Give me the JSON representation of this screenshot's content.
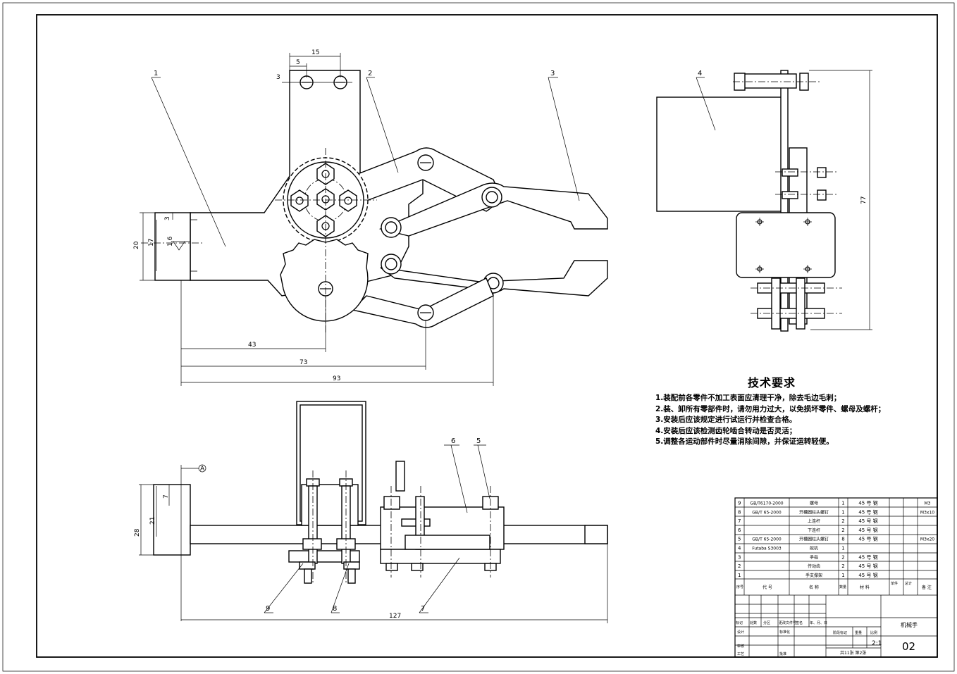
{
  "dimensions": {
    "d15": "15",
    "d5": "5",
    "d3a": "3",
    "d3b": "3",
    "d17": "17",
    "d20": "20",
    "d16": "1.6",
    "d43": "43",
    "d73": "73",
    "d93": "93",
    "d77": "77",
    "d7": "7",
    "d21": "21",
    "d28": "28",
    "d127": "127",
    "datum": "A"
  },
  "balloons": [
    "1",
    "2",
    "3",
    "4",
    "5",
    "6",
    "7",
    "8",
    "9"
  ],
  "tech_requirements": {
    "title": "技术要求",
    "items": [
      "1.装配前各零件不加工表面应清理干净，除去毛边毛刺；",
      "2.装、卸所有零部件时，请勿用力过大，以免损坏零件、螺母及螺杆；",
      "3.安装后应该规定进行试运行并检查合格。",
      "4.安装后应该检测齿轮啮合转动是否灵活；",
      "5.调整各运动部件时尽量消除间隙，并保证运转轻便。"
    ]
  },
  "bom": {
    "rows": [
      {
        "no": "9",
        "code": "GB/T6170-2000",
        "name": "螺母",
        "qty": "1",
        "material": "45 号 钢",
        "note": "M3"
      },
      {
        "no": "8",
        "code": "GB/T 65-2000",
        "name": "开槽圆柱头螺钉",
        "qty": "1",
        "material": "45 号 钢",
        "note": "M3x10"
      },
      {
        "no": "7",
        "code": "",
        "name": "上连杆",
        "qty": "2",
        "material": "45 号 钢",
        "note": ""
      },
      {
        "no": "6",
        "code": "",
        "name": "下连杆",
        "qty": "2",
        "material": "45 号 钢",
        "note": ""
      },
      {
        "no": "5",
        "code": "GB/T 65-2000",
        "name": "开槽圆柱头螺钉",
        "qty": "8",
        "material": "45 号 钢",
        "note": "M3x20"
      },
      {
        "no": "4",
        "code": "Futaba S3003",
        "name": "舵机",
        "qty": "1",
        "material": "",
        "note": ""
      },
      {
        "no": "3",
        "code": "",
        "name": "手指",
        "qty": "2",
        "material": "45 号 钢",
        "note": ""
      },
      {
        "no": "2",
        "code": "",
        "name": "传动齿",
        "qty": "2",
        "material": "45 号 钢",
        "note": ""
      },
      {
        "no": "1",
        "code": "",
        "name": "手支撑架",
        "qty": "1",
        "material": "45 号 钢",
        "note": ""
      }
    ],
    "header": {
      "no": "序号",
      "code": "代 号",
      "name": "名 称",
      "qty": "数量",
      "material": "材 料",
      "unit_weight": "单件",
      "total_weight": "总计",
      "note": "备 注"
    }
  },
  "title_block": {
    "drawing_name": "机械手",
    "drawing_no": "02",
    "scale": "2:1",
    "sheets": "共11张 第2张",
    "stage_label": "阶段标记",
    "weight_label": "重量",
    "scale_label": "比例",
    "rows_left": [
      "标记",
      "处数",
      "分区",
      "更改文件号",
      "签名",
      "年、月、日"
    ],
    "roles": [
      "设计",
      "审核",
      "工艺",
      "批准"
    ],
    "std_label": "标准化"
  }
}
